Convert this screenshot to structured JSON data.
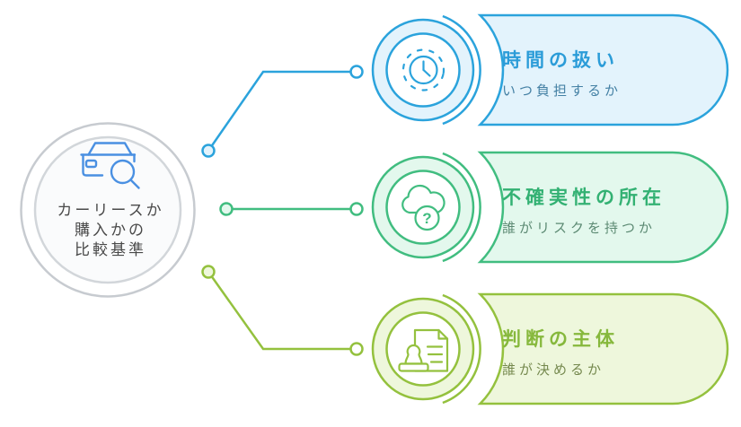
{
  "figure": {
    "center": {
      "icon": "car-search-icon",
      "label_lines": [
        "カーリースか",
        "購入かの",
        "比較基準"
      ]
    },
    "items": [
      {
        "id": "time",
        "title": "時間の扱い",
        "subtitle": "いつ負担するか",
        "icon": "clock-icon",
        "accent": "#2BA3DC",
        "fill": "#E3F3FC",
        "title_color": "#2B9CD8",
        "subtitle_color": "#4480A4"
      },
      {
        "id": "uncertainty",
        "title": "不確実性の所在",
        "subtitle": "誰がリスクを持つか",
        "icon": "cloud-question-icon",
        "icon_glyph": "?",
        "accent": "#41BD80",
        "fill": "#E3F8ED",
        "title_color": "#33B173",
        "subtitle_color": "#5C8A73"
      },
      {
        "id": "decision",
        "title": "判断の主体",
        "subtitle": "誰が決めるか",
        "icon": "stamp-document-icon",
        "accent": "#94C13E",
        "fill": "#EEF7DC",
        "title_color": "#86B83C",
        "subtitle_color": "#75894E"
      }
    ],
    "palette": {
      "background": "#FFFFFF",
      "center_outer_ring": "#C7CBD0",
      "center_inner_ring": "#D2D6DA",
      "center_fill": "#FAFBFC",
      "center_text": "#4A4A4A",
      "car_icon": "#4A90E2"
    }
  }
}
